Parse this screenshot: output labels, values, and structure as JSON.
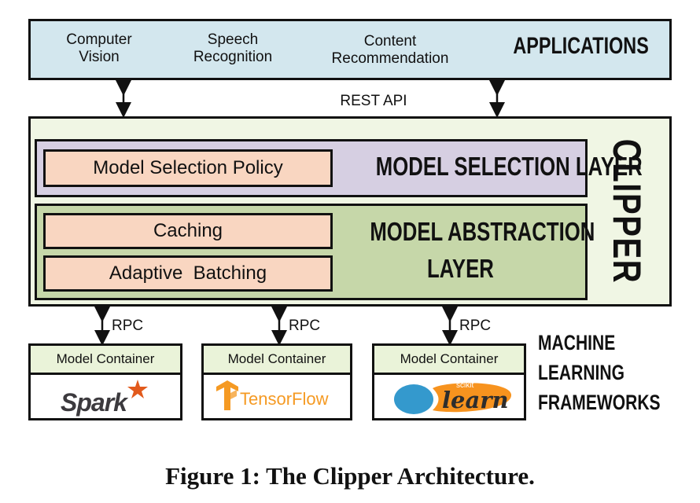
{
  "applications": {
    "items": [
      "Computer\nVision",
      "Speech\nRecognition",
      "Content\nRecommendation"
    ],
    "title": "APPLICATIONS"
  },
  "rest_api": "REST API",
  "clipper": {
    "title": "CLIPPER",
    "model_selection_layer": {
      "title": "MODEL SELECTION LAYER",
      "components": [
        "Model Selection Policy"
      ]
    },
    "model_abstraction_layer": {
      "title_line1": "MODEL  ABSTRACTION",
      "title_line2": "LAYER",
      "components": [
        "Caching",
        "Adaptive  Batching"
      ]
    }
  },
  "rpc_label": "RPC",
  "containers": [
    {
      "label": "Model Container",
      "framework": "Spark"
    },
    {
      "label": "Model Container",
      "framework": "TensorFlow"
    },
    {
      "label": "Model Container",
      "framework": "learn",
      "framework_small": "scikit"
    }
  ],
  "ml_frameworks_title": [
    "MACHINE",
    "LEARNING",
    "FRAMEWORKS"
  ],
  "caption": "Figure 1: The Clipper Architecture.",
  "colors": {
    "applications": "#d3e7ee",
    "clipper": "#f0f6e4",
    "model_selection": "#d6cfe2",
    "model_abstraction": "#c6d7a9",
    "component": "#f9d6c1",
    "container_header": "#eaf3d9",
    "spark_orange": "#e25a1c",
    "tensorflow_orange": "#f59a23",
    "sklearn_blue": "#3499cd",
    "sklearn_orange": "#f7931e"
  }
}
